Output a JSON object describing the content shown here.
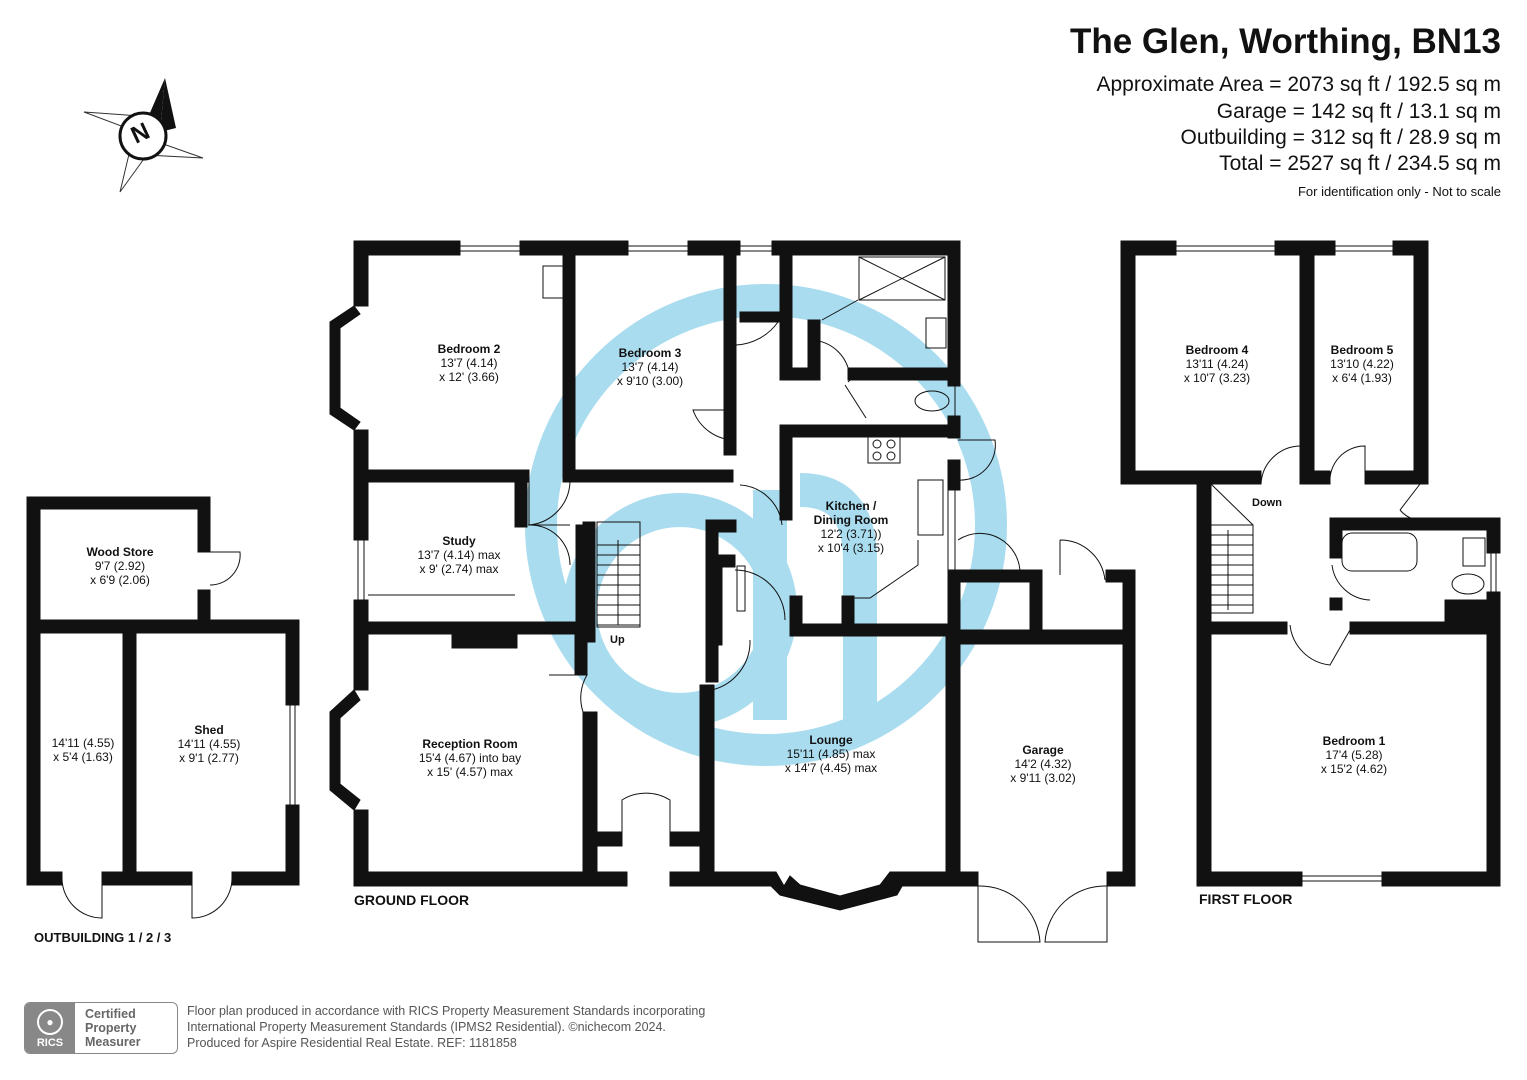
{
  "header": {
    "title": "The Glen, Worthing, BN13",
    "areas": [
      "Approximate Area = 2073 sq ft / 192.5 sq m",
      "Garage = 142 sq ft / 13.1 sq m",
      "Outbuilding = 312 sq ft / 28.9 sq m",
      "Total = 2527 sq ft / 234.5 sq m"
    ],
    "note": "For identification only - Not to scale"
  },
  "compass": {
    "label": "N"
  },
  "floors": {
    "ground": "GROUND FLOOR",
    "first": "FIRST FLOOR",
    "outbuilding": "OUTBUILDING 1 / 2 / 3"
  },
  "rooms": {
    "bedroom2": {
      "name": "Bedroom 2",
      "d1": "13'7 (4.14)",
      "d2": "x 12' (3.66)"
    },
    "bedroom3": {
      "name": "Bedroom 3",
      "d1": "13'7 (4.14)",
      "d2": "x 9'10 (3.00)"
    },
    "study": {
      "name": "Study",
      "d1": "13'7 (4.14) max",
      "d2": "x 9' (2.74) max"
    },
    "reception": {
      "name": "Reception Room",
      "d1": "15'4 (4.67) into bay",
      "d2": "x 15' (4.57) max"
    },
    "kitchen": {
      "name1": "Kitchen /",
      "name2": "Dining Room",
      "d1": "12'2 (3.71))",
      "d2": "x 10'4 (3.15)"
    },
    "lounge": {
      "name": "Lounge",
      "d1": "15'11 (4.85) max",
      "d2": "x 14'7 (4.45) max"
    },
    "garage": {
      "name": "Garage",
      "d1": "14'2 (4.32)",
      "d2": "x 9'11 (3.02)"
    },
    "woodstore": {
      "name": "Wood Store",
      "d1": "9'7 (2.92)",
      "d2": "x 6'9 (2.06)"
    },
    "outbuilding": {
      "d1": "14'11 (4.55)",
      "d2": "x 5'4 (1.63)"
    },
    "shed": {
      "name": "Shed",
      "d1": "14'11 (4.55)",
      "d2": "x 9'1 (2.77)"
    },
    "bedroom4": {
      "name": "Bedroom 4",
      "d1": "13'11 (4.24)",
      "d2": "x 10'7 (3.23)"
    },
    "bedroom5": {
      "name": "Bedroom 5",
      "d1": "13'10 (4.22)",
      "d2": "x 6'4 (1.93)"
    },
    "bedroom1": {
      "name": "Bedroom 1",
      "d1": "17'4 (5.28)",
      "d2": "x 15'2 (4.62)"
    }
  },
  "stairs": {
    "up": "Up",
    "down": "Down"
  },
  "footer": {
    "badge_line1": "Certified",
    "badge_line2": "Property",
    "badge_line3": "Measurer",
    "badge_logo": "RICS",
    "text1": "Floor plan produced in accordance with RICS Property Measurement Standards incorporating",
    "text2": "International Property Measurement Standards (IPMS2 Residential).  ©nichecom 2024.",
    "text3": "Produced for Aspire Residential Real Estate.   REF:  1181858"
  },
  "colors": {
    "wall": "#111111",
    "watermark": "#a9dcef"
  }
}
